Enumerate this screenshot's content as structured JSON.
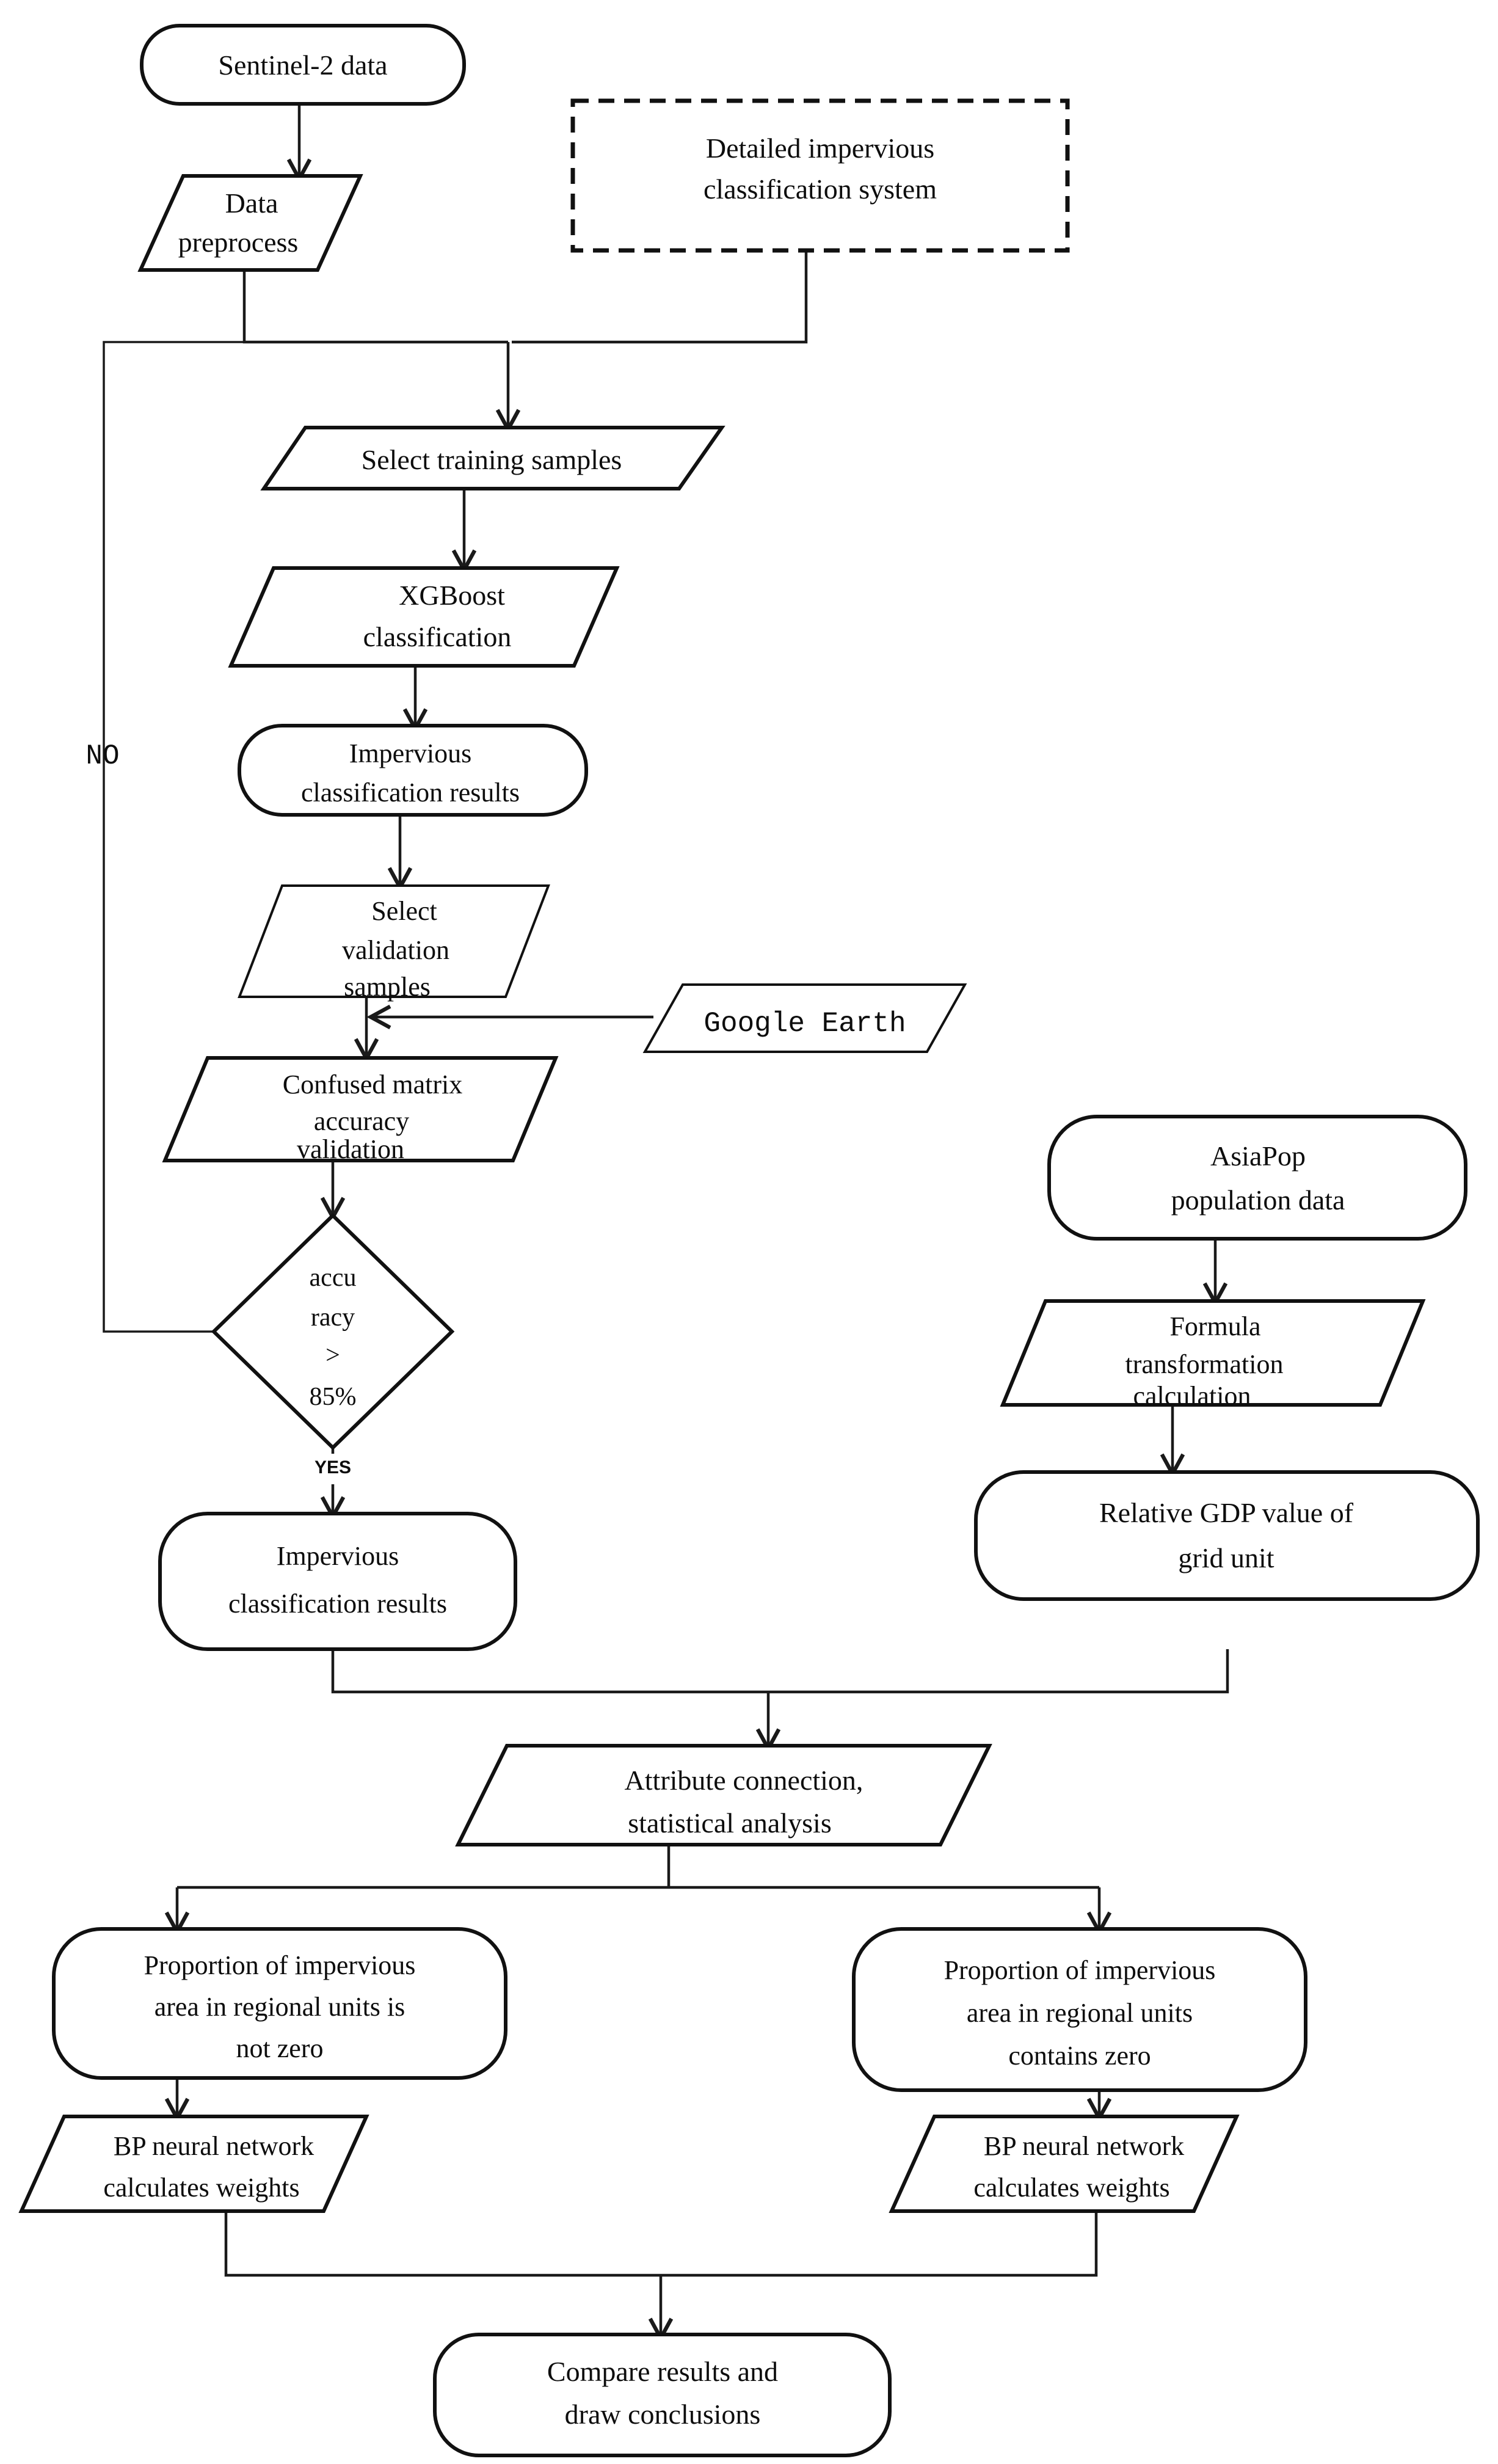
{
  "diagram": {
    "title": "Impervious surface classification and GDP estimation workflow",
    "type": "flowchart",
    "background_color": "#ffffff",
    "line_color": "#111111",
    "text_color": "#0d0d0d"
  },
  "nodes": {
    "sentinel": {
      "id": "sentinel",
      "shape": "rounded-rect",
      "lines": [
        "Sentinel-2 data"
      ]
    },
    "preprocess": {
      "id": "preprocess",
      "shape": "parallelogram",
      "lines": [
        "Data",
        "preprocess"
      ]
    },
    "classification_system": {
      "id": "classification_system",
      "shape": "dashed-rect",
      "lines": [
        "Detailed impervious",
        "classification system"
      ]
    },
    "training_samples": {
      "id": "training_samples",
      "shape": "parallelogram",
      "lines": [
        "Select training samples"
      ]
    },
    "xgboost": {
      "id": "xgboost",
      "shape": "parallelogram",
      "lines": [
        "XGBoost",
        "classification"
      ]
    },
    "impervious_results_1": {
      "id": "impervious_results_1",
      "shape": "rounded-rect",
      "lines": [
        "Impervious",
        "classification  results"
      ]
    },
    "validation_samples": {
      "id": "validation_samples",
      "shape": "parallelogram",
      "lines": [
        "Select",
        "validation",
        "samples"
      ]
    },
    "google_earth": {
      "id": "google_earth",
      "shape": "parallelogram",
      "lines": [
        "Google Earth"
      ],
      "font": "mono"
    },
    "confused_matrix": {
      "id": "confused_matrix",
      "shape": "parallelogram",
      "lines": [
        "Confused matrix",
        "accuracy",
        "validation"
      ]
    },
    "accuracy_decision": {
      "id": "accuracy_decision",
      "shape": "diamond",
      "lines": [
        "accu",
        "racy",
        ">",
        "85%"
      ]
    },
    "impervious_results_2": {
      "id": "impervious_results_2",
      "shape": "rounded-rect",
      "lines": [
        "Impervious",
        "classification  results"
      ]
    },
    "asiapop": {
      "id": "asiapop",
      "shape": "rounded-rect",
      "lines": [
        "AsiaPop",
        "population data"
      ]
    },
    "formula": {
      "id": "formula",
      "shape": "parallelogram",
      "lines": [
        "Formula",
        "transformation",
        "calculation"
      ]
    },
    "relative_gdp": {
      "id": "relative_gdp",
      "shape": "rounded-rect",
      "lines": [
        "Relative GDP value  of",
        "grid unit"
      ]
    },
    "attribute_connection": {
      "id": "attribute_connection",
      "shape": "parallelogram",
      "lines": [
        "Attribute connection,",
        "statistical analysis"
      ]
    },
    "proportion_not_zero": {
      "id": "proportion_not_zero",
      "shape": "rounded-rect",
      "lines": [
        "Proportion of impervious",
        "area in regional units is",
        "not zero"
      ]
    },
    "proportion_contains_zero": {
      "id": "proportion_contains_zero",
      "shape": "rounded-rect",
      "lines": [
        "Proportion of impervious",
        "area in regional units",
        "contains zero"
      ]
    },
    "bp_left": {
      "id": "bp_left",
      "shape": "parallelogram",
      "lines": [
        "BP neural network",
        "calculates weights"
      ]
    },
    "bp_right": {
      "id": "bp_right",
      "shape": "parallelogram",
      "lines": [
        "BP neural network",
        "calculates weights"
      ]
    },
    "compare": {
      "id": "compare",
      "shape": "rounded-rect",
      "lines": [
        "Compare results and",
        "draw conclusions"
      ]
    }
  },
  "edge_labels": {
    "no": "NO",
    "yes": "YES"
  }
}
